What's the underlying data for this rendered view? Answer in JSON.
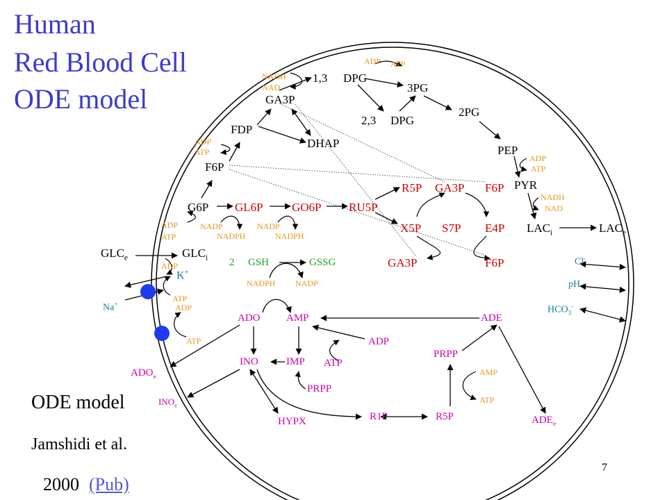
{
  "title": {
    "line1": "Human",
    "line2": "Red Blood Cell",
    "line3": "ODE model"
  },
  "glycolysis": {
    "bpg13_a": "1,3",
    "bpg13_b": "DPG",
    "pg3": "3PG",
    "pg2": "2PG",
    "bpg23_a": "2,3",
    "bpg23_b": "DPG",
    "ga3p": "GA3P",
    "fdp": "FDP",
    "dhap": "DHAP",
    "f6p": "F6P",
    "g6p": "G6P",
    "pep": "PEP",
    "pyr": "PYR",
    "lac_i": "LAC",
    "lac_i_sub": "i",
    "lac_e": "LAC",
    "lac_e_sub": "e",
    "glc_e": "GLC",
    "glc_e_sub": "e",
    "glc_i": "GLC",
    "glc_i_sub": "i"
  },
  "ppp": {
    "gl6p": "GL6P",
    "go6p": "GO6P",
    "ru5p": "RU5P",
    "r5p": "R5P",
    "ga3p_top": "GA3P",
    "f6p_top": "F6P",
    "x5p": "X5P",
    "s7p": "S7P",
    "e4p": "E4P",
    "ga3p_bot": "GA3P",
    "f6p_bot": "F6P"
  },
  "glutathione": {
    "prefix": "2",
    "gsh": "GSH",
    "gssg": "GSSG",
    "nadph": "NADPH",
    "nadp": "NADP"
  },
  "cofactors": {
    "nadh": "NADH",
    "nad": "NAD",
    "adp": "ADP",
    "atp": "ATP",
    "nadp": "NADP",
    "nadph": "NADPH",
    "amp": "AMP"
  },
  "ions": {
    "k": "K",
    "k_sup": "+",
    "na": "Na",
    "na_sup": "+",
    "cl": "Cl",
    "cl_sup": "-",
    "ph": "pH",
    "hco3": "HCO",
    "hco3_sub": "3",
    "hco3_sup": "-"
  },
  "nucleotides": {
    "ado": "ADO",
    "amp": "AMP",
    "ade": "ADE",
    "ino": "INO",
    "imp": "IMP",
    "adp": "ADP",
    "atp": "ATP",
    "prpp_right": "PRPP",
    "prpp_bottom": "PRPP",
    "hypx": "HYPX",
    "r1p": "R1P",
    "r5p": "R5P",
    "ado_e": "ADO",
    "ado_e_sub": "e",
    "ino_e": "INO",
    "ino_e_sub": "e",
    "ade_e": "ADE",
    "ade_e_sub": "e"
  },
  "footer": {
    "model": "ODE model",
    "authors": "Jamshidi et al.",
    "year": "2000",
    "link": "(Pub)",
    "page": "7"
  },
  "colors": {
    "title": "#3b3bcc",
    "cofactor": "#e8961e",
    "ppp": "#cc0000",
    "nucleotide": "#cc00aa",
    "glutathione": "#1fa31f",
    "ion": "#1a7a9a",
    "pump": "#1c3cf0"
  }
}
